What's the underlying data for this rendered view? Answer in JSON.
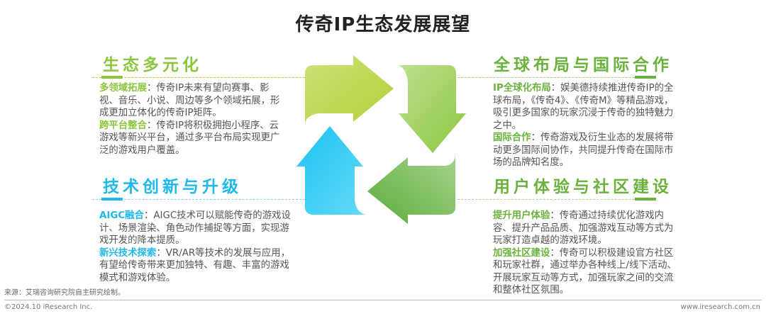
{
  "title": "传奇IP生态发展展望",
  "sections": {
    "ecosystem": {
      "title": "生态多元化",
      "items": [
        {
          "keyword": "多领域拓展",
          "text": "：传奇IP未来有望向赛事、影视、音乐、小说、周边等多个领域拓展，形成更加立体化的传奇IP矩阵。"
        },
        {
          "keyword": "跨平台整合",
          "text": "：传奇IP将积极拥抱小程序、云游戏等新兴平台，通过多平台布局实现更广泛的游戏用户覆盖。"
        }
      ]
    },
    "global": {
      "title": "全球布局与国际合作",
      "items": [
        {
          "keyword": "IP全球化布局",
          "text": "：娱美德持续推进传奇IP的全球布局，《传奇4》、《传奇M》等精品游戏，吸引更多国家的玩家沉浸于传奇的独特魅力之中。"
        },
        {
          "keyword": "国际合作",
          "text": "：传奇游戏及衍生业态的发展将带动更多国际间协作，共同提升传奇在国际市场的品牌知名度。"
        }
      ]
    },
    "tech": {
      "title": "技术创新与升级",
      "items": [
        {
          "keyword": "AIGC融合",
          "text": "：AIGC技术可以赋能传奇的游戏设计、场景渲染、角色动作捕捉等方面，实现游戏开发的降本提质。"
        },
        {
          "keyword": "新兴技术探索",
          "text": "：VR/AR等技术的发展与应用，有望给传奇带来更加独特、有趣、丰富的游戏模式和游戏体验。"
        }
      ]
    },
    "community": {
      "title": "用户体验与社区建设",
      "items": [
        {
          "keyword": "提升用户体验",
          "text": "：传奇通过持续优化游戏内容、提升产品品质、加强游戏互动等方式为玩家打造卓越的游戏环境。"
        },
        {
          "keyword": "加强社区建设",
          "text": "：传奇可以积极建设官方社区和玩家社群，通过举办各种线上/线下活动、开展玩家互动等方式，加强玩家之间的交流和整体社区氛围。"
        }
      ]
    }
  },
  "footer": {
    "source": "来源：艾瑞咨询研究院自主研究绘制。",
    "copyright": "©2024.10 iResearch Inc.",
    "website": "www.iresearch.com.cn"
  },
  "colors": {
    "lime": "#b5d33d",
    "green": "#8cc63f",
    "darkgreen": "#6ab23c",
    "blue": "#1fb8ea"
  }
}
